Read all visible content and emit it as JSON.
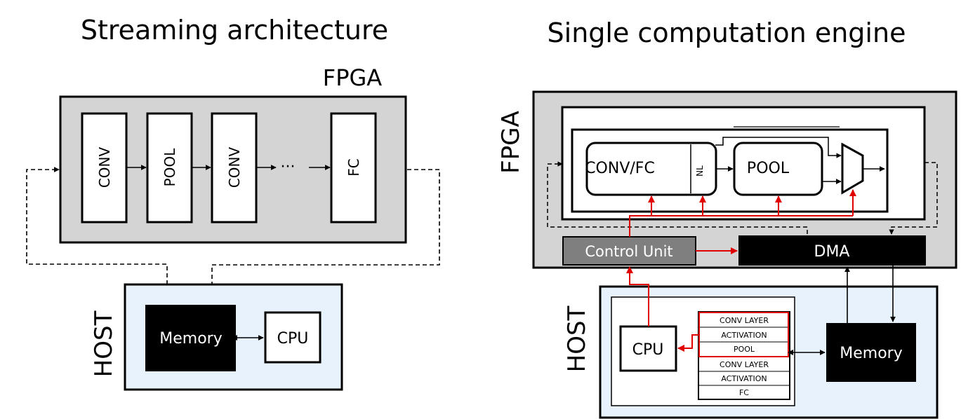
{
  "left": {
    "title": "Streaming architecture",
    "fpga_label": "FPGA",
    "layers": [
      "CONV",
      "POOL",
      "CONV",
      "FC"
    ],
    "ellipsis": "···",
    "host_label": "HOST",
    "memory_label": "Memory",
    "cpu_label": "CPU"
  },
  "right": {
    "title": "Single computation engine",
    "fpga_label": "FPGA",
    "convfc_label": "CONV/FC",
    "nl_label": "NL",
    "pool_label": "POOL",
    "control_unit_label": "Control Unit",
    "dma_label": "DMA",
    "host_label": "HOST",
    "cpu_label": "CPU",
    "memory_label": "Memory",
    "config_list": [
      "CONV LAYER",
      "ACTIVATION",
      "POOL",
      "CONV LAYER",
      "ACTIVATION",
      "FC"
    ]
  },
  "colors": {
    "fpga_fill": "#d4d4d4",
    "host_fill": "#e8f2fc",
    "control_unit_fill": "#7f7f7f",
    "highlight": "#e00000",
    "black": "#000000"
  }
}
